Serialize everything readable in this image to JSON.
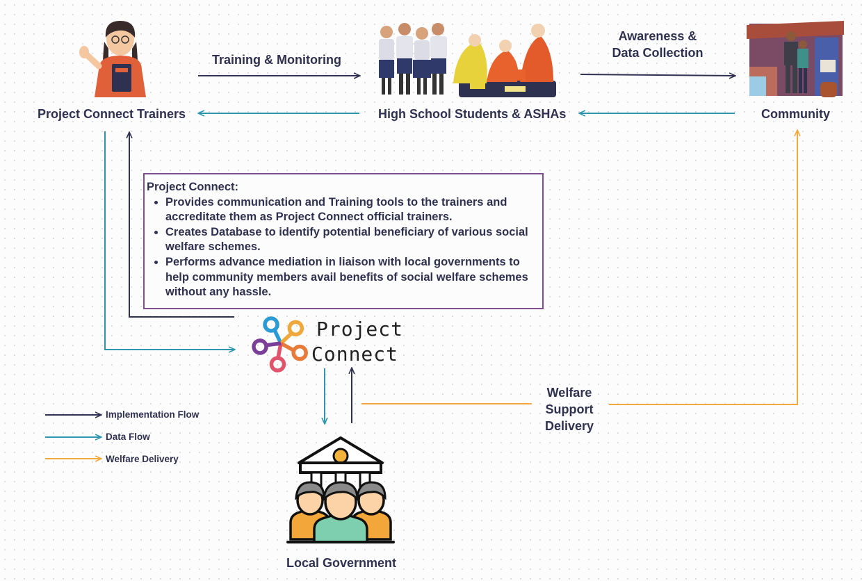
{
  "nodes": {
    "trainers": "Project Connect Trainers",
    "students": "High School Students & ASHAs",
    "community": "Community",
    "local_gov": "Local  Government"
  },
  "edges": {
    "training": "Training  & Monitoring",
    "awareness_line1": "Awareness &",
    "awareness_line2": "Data Collection",
    "welfare_line1": "Welfare",
    "welfare_line2": "Support",
    "welfare_line3": "Delivery"
  },
  "info_box": {
    "title": "Project Connect:",
    "bullets": [
      "Provides communication and  Training tools to the trainers and accreditate them as  Project Connect official trainers.",
      "Creates Database to identify potential beneficiary of various social welfare schemes.",
      "Performs advance mediation in liaison with local governments  to help community members avail benefits of social welfare schemes without any hassle."
    ]
  },
  "logo": {
    "line1": "Project",
    "line2": "Connect"
  },
  "legend": [
    {
      "label": "Implementation Flow",
      "color": "#2f3150"
    },
    {
      "label": "Data Flow",
      "color": "#2b96ad"
    },
    {
      "label": "Welfare Delivery",
      "color": "#f0a93a"
    }
  ],
  "colors": {
    "implementation": "#2f3150",
    "data": "#2b96ad",
    "welfare": "#f0a93a",
    "box_border": "#7e4f8f"
  }
}
